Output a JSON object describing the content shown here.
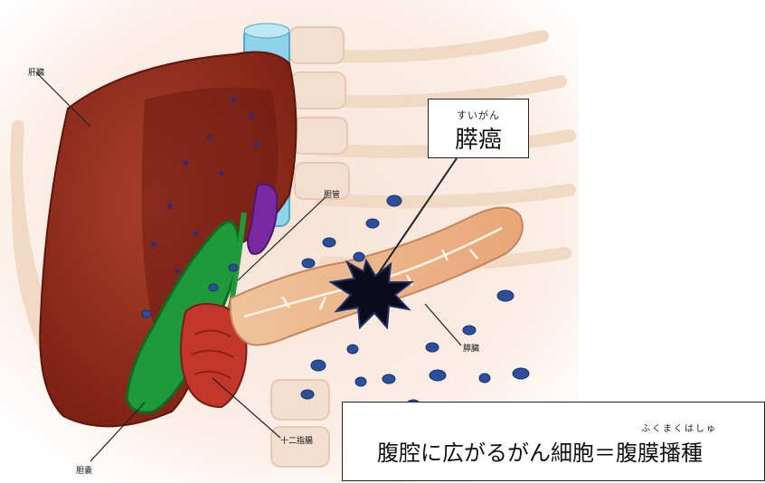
{
  "labels": {
    "liver": "肝臓",
    "bile_duct": "胆管",
    "pancreas": "膵臓",
    "gallbladder": "胆嚢",
    "duodenum": "十二指腸"
  },
  "callout": {
    "ruby": "すいがん",
    "title": "膵癌"
  },
  "note": {
    "text": "腹腔に広がるがん細胞＝腹膜播種",
    "ruby": "ふくまくはしゅ"
  },
  "colors": {
    "liver": "#8f2a1b",
    "gallbladder": "#1f9a3a",
    "pancreas": "#eab58a",
    "tumor": "#0b0b1a",
    "cells": "#2b4f9a",
    "vena_cava": "#8fd3ea",
    "portal_vein": "#7a2aa0",
    "duodenum": "#c2372a"
  }
}
